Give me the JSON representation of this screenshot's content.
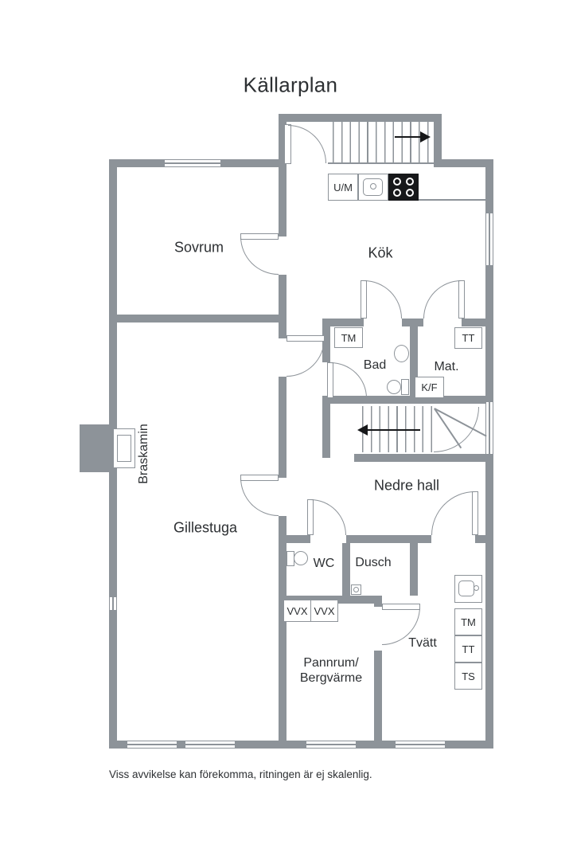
{
  "title": "Källarplan",
  "disclaimer": "Viss avvikelse kan förekomma, ritningen är ej skalenlig.",
  "rooms": {
    "sovrum": "Sovrum",
    "kok": "Kök",
    "bad": "Bad",
    "mat": "Mat.",
    "gillestuga": "Gillestuga",
    "nedre_hall": "Nedre hall",
    "wc": "WC",
    "dusch": "Dusch",
    "tvatt": "Tvätt",
    "pannrum_line1": "Pannrum/",
    "pannrum_line2": "Bergvärme",
    "braskamin": "Braskamin"
  },
  "appliances": {
    "um": "U/M",
    "tm_bad": "TM",
    "tt_mat": "TT",
    "kf": "K/F",
    "vvx_1": "VVX",
    "vvx_2": "VVX",
    "tm_tvatt": "TM",
    "tt_tvatt": "TT",
    "ts_tvatt": "TS"
  },
  "colors": {
    "wall": "#8d9399",
    "stove": "#17181a",
    "text": "#2d3033",
    "background": "#ffffff"
  }
}
